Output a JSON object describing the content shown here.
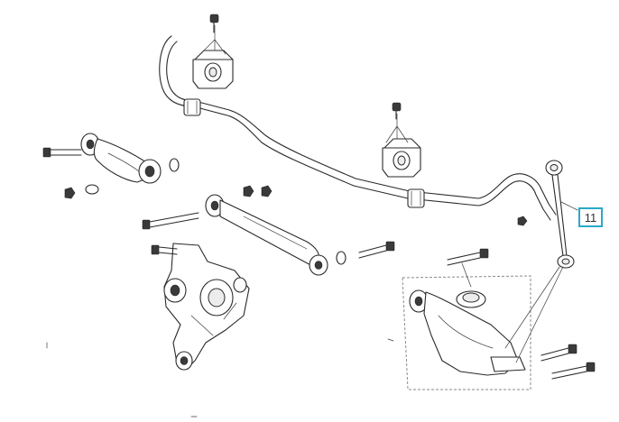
{
  "callouts": [
    {
      "id": "stabilizer-link",
      "label": "11",
      "color": "#29a9c8"
    }
  ],
  "colors": {
    "line": "#2a2a2a",
    "callout_border": "#29a9c8",
    "detail_box": "#8a8a8a"
  },
  "parts": [
    "stabilizer-bar",
    "stabilizer-bushing-left",
    "stabilizer-bushing-right",
    "stabilizer-link",
    "upper-control-arm",
    "trailing-arm",
    "knuckle",
    "lower-control-arm",
    "bolts"
  ]
}
